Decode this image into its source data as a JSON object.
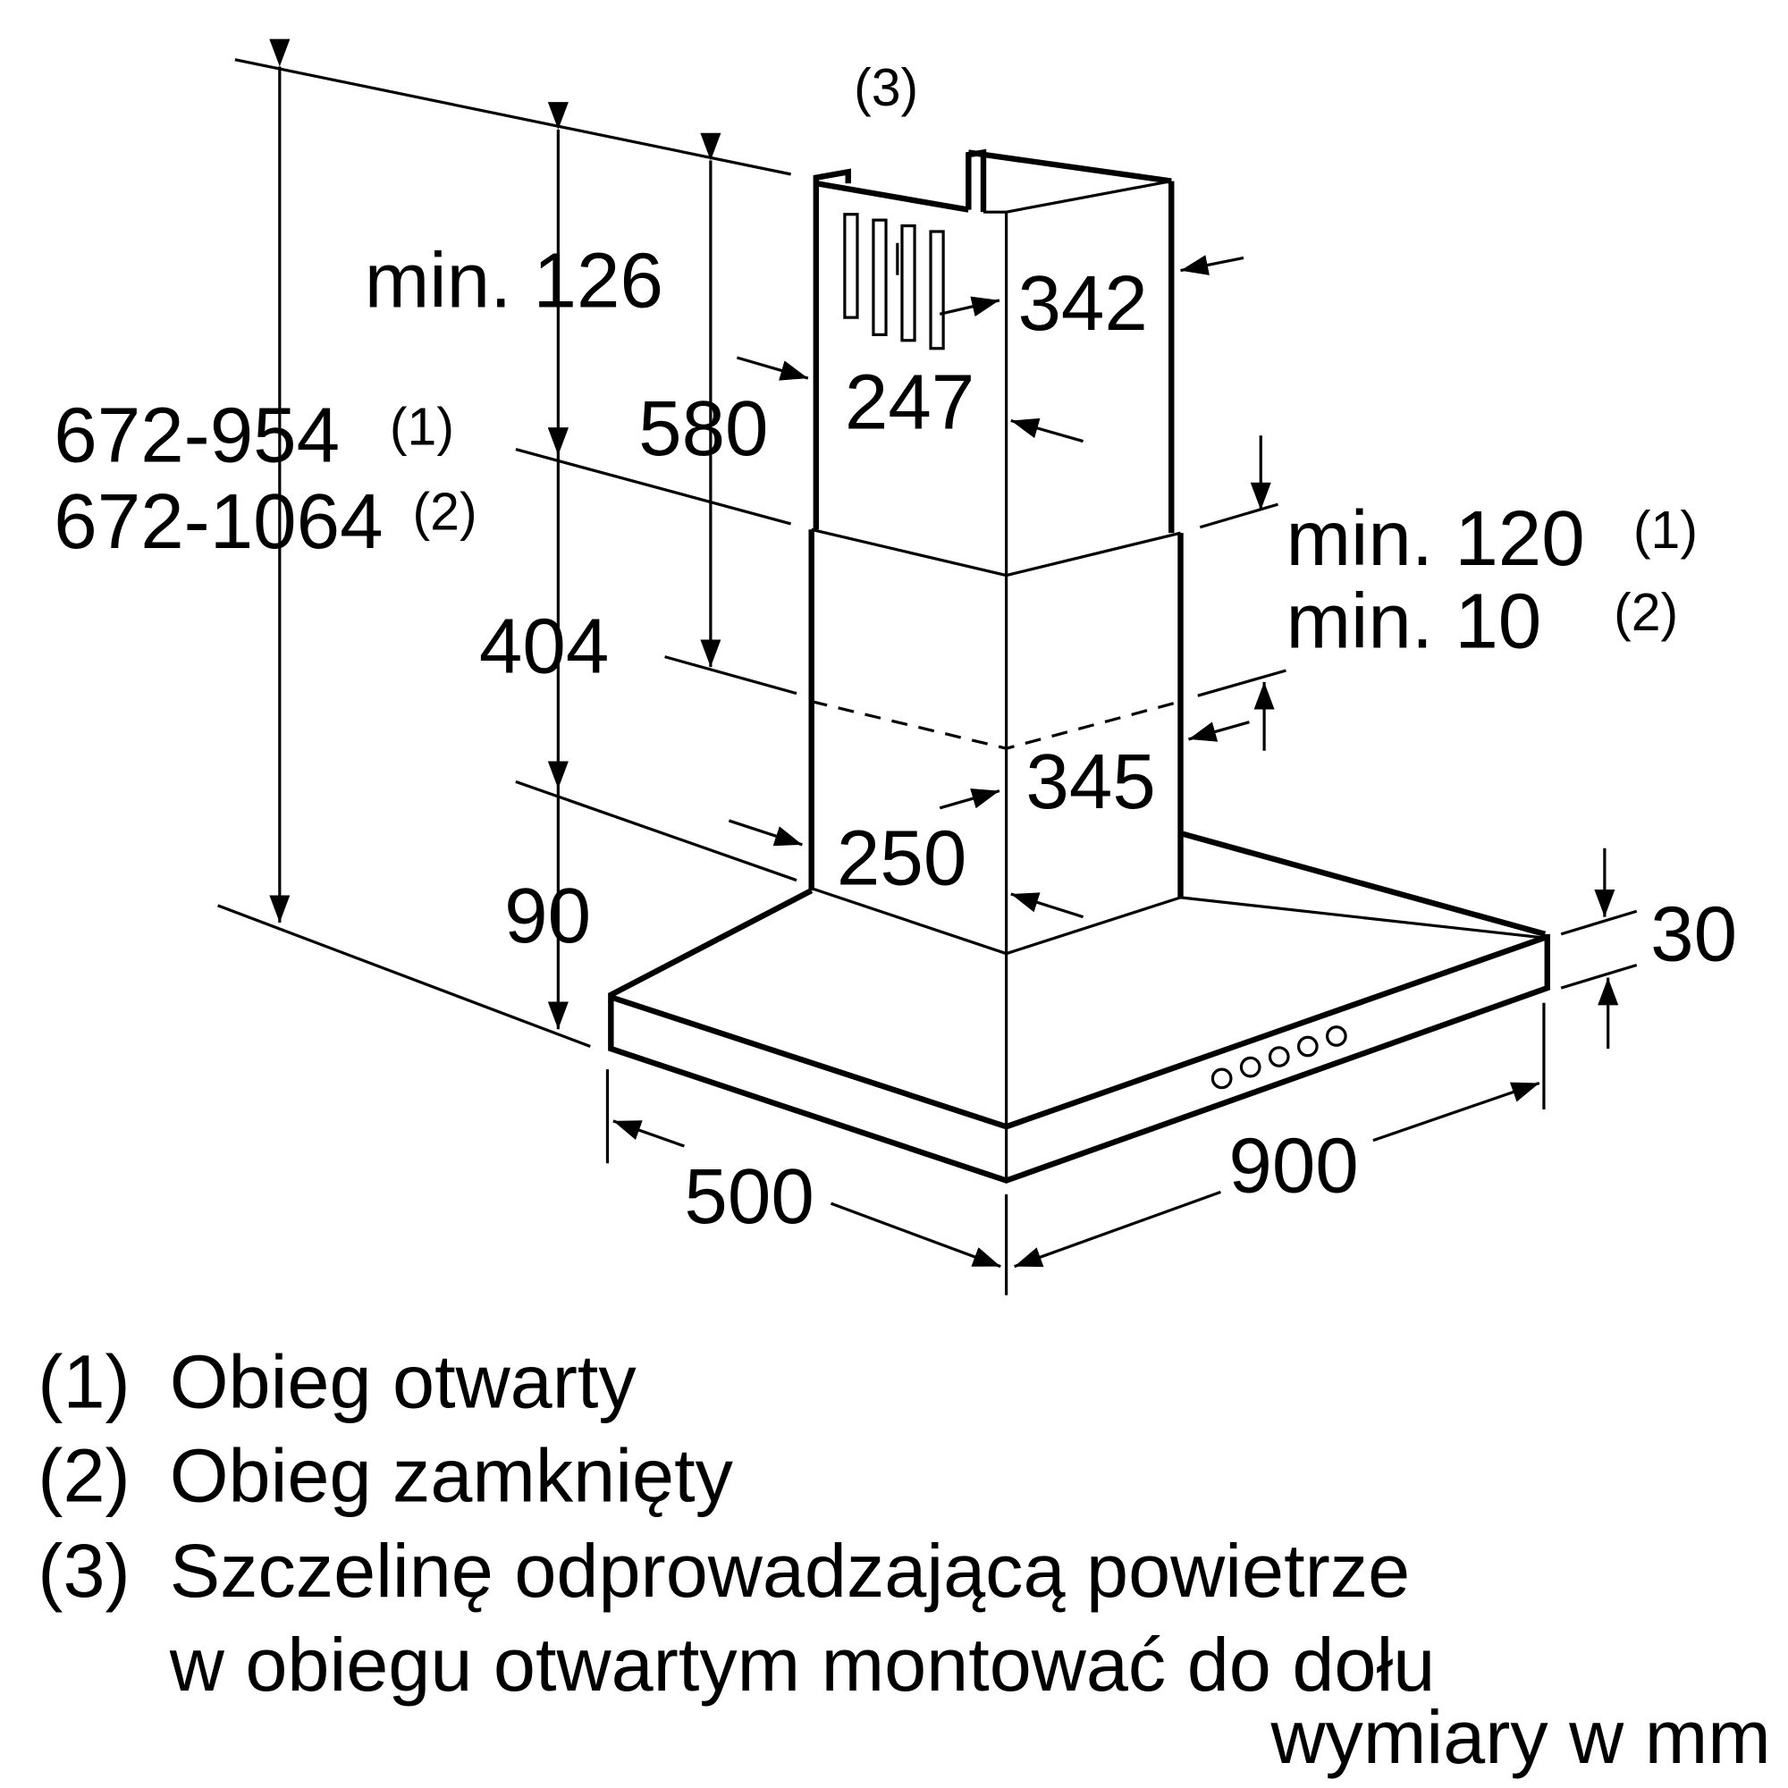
{
  "dimensions": {
    "total_height": "672-954",
    "total_height_note": "(1)",
    "total_height_alt": "672-1064",
    "total_height_alt_note": "(2)",
    "min_126": "min. 126",
    "d580": "580",
    "d404": "404",
    "d90": "90",
    "d342": "342",
    "d247": "247",
    "d345": "345",
    "d250": "250",
    "min_120": "min. 120",
    "min_120_note": "(1)",
    "min_10": "min. 10",
    "min_10_note": "(2)",
    "d30": "30",
    "d500": "500",
    "d900": "900",
    "slot_label": "(3)"
  },
  "legend": [
    {
      "num": "(1)",
      "text": "Obieg otwarty"
    },
    {
      "num": "(2)",
      "text": "Obieg zamknięty"
    },
    {
      "num": "(3)",
      "text": "Szczelinę odprowadzającą powietrze"
    },
    {
      "num": "",
      "text": "w obiegu otwartym montować do dołu"
    }
  ],
  "units": "wymiary w mm"
}
